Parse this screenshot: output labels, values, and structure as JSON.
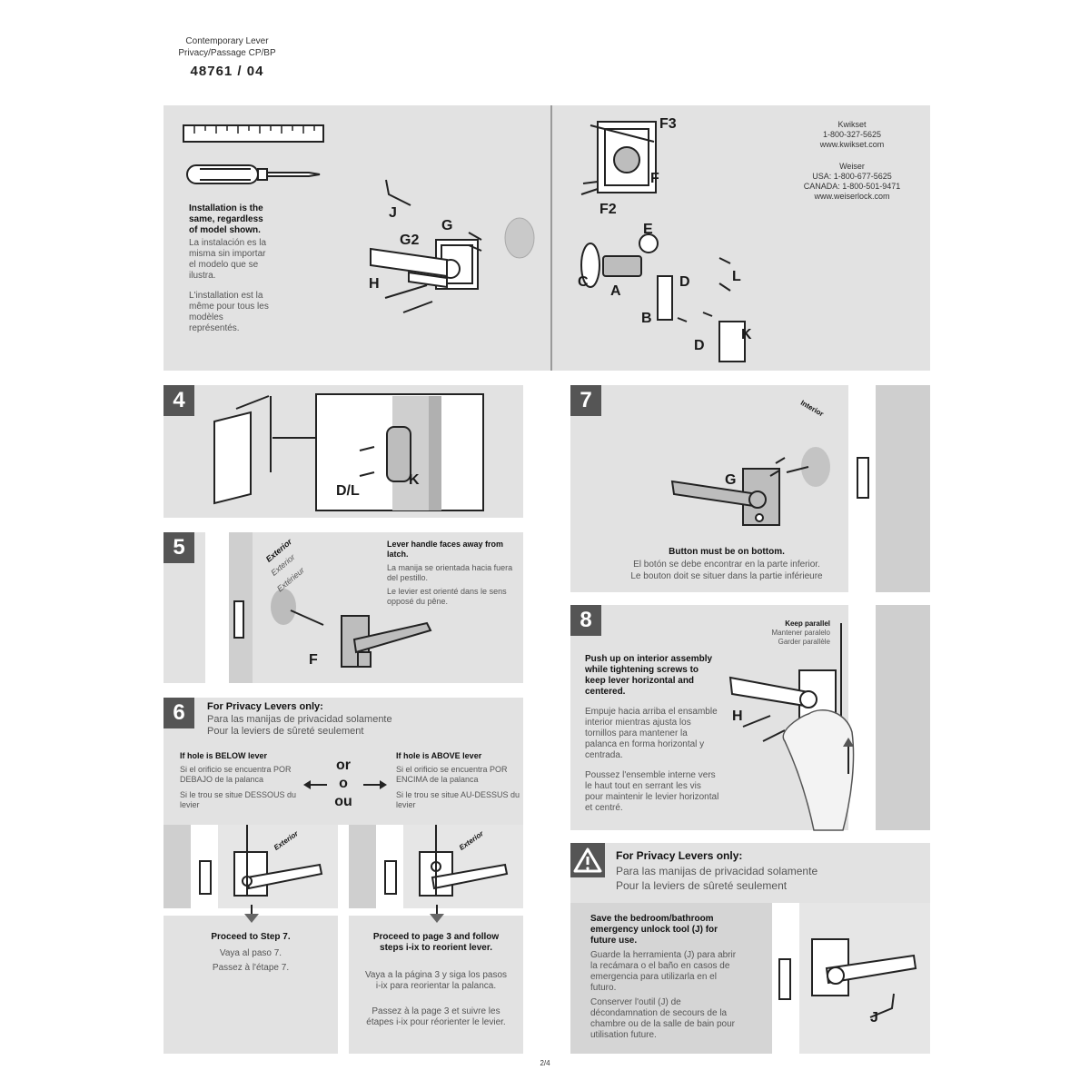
{
  "header": {
    "line1": "Contemporary Lever",
    "line2": "Privacy/Passage CP/BP",
    "model": "48761 / 04"
  },
  "parts_panel": {
    "note_en": "Installation is the same, regardless of model shown.",
    "note_es": "La instalación es la misma sin importar el modelo que se ilustra.",
    "note_fr": "L'installation est la même pour tous les modèles représentés.",
    "labels": {
      "J": "J",
      "G2": "G2",
      "G": "G",
      "H": "H",
      "F3": "F3",
      "F": "F",
      "F2": "F2",
      "E": "E",
      "C": "C",
      "A": "A",
      "D": "D",
      "B": "B",
      "L": "L",
      "D2": "D",
      "K": "K"
    },
    "contact_kwikset": "Kwikset\n1-800-327-5625\nwww.kwikset.com",
    "contact_weiser": "Weiser\nUSA: 1-800-677-5625\nCANADA: 1-800-501-9471\nwww.weiserlock.com"
  },
  "step4": {
    "num": "4",
    "label_dl": "D/L",
    "label_k": "K"
  },
  "step5": {
    "num": "5",
    "note_en": "Lever handle faces away from latch.",
    "note_es": "La manija se orientada hacia fuera del pestillo.",
    "note_fr": "Le levier est orienté dans le sens opposé du pêne.",
    "side_en": "Exterior",
    "side_es": "Exterior",
    "side_fr": "Extérieur",
    "label_f": "F"
  },
  "step6": {
    "num": "6",
    "title_en": "For Privacy Levers only:",
    "title_es": "Para las manijas de privacidad solamente",
    "title_fr": "Pour la leviers de sûreté seulement",
    "below_en": "If hole is BELOW lever",
    "below_es": "Si el orificio se encuentra POR DEBAJO de la palanca",
    "below_fr": "Si le trou se situe DESSOUS du levier",
    "above_en": "If hole is ABOVE lever",
    "above_es": "Si el orificio se encuentra POR ENCIMA de la palanca",
    "above_fr": "Si le trou se situe AU-DESSUS du levier",
    "or_en": "or",
    "or_es": "o",
    "or_fr": "ou",
    "side_left": "Exterior",
    "side_right": "Exterior",
    "left_result_en": "Proceed to Step 7.",
    "left_result_es": "Vaya al paso 7.",
    "left_result_fr": "Passez à l'étape 7.",
    "right_result_en": "Proceed to page 3 and follow steps i-ix to reorient lever.",
    "right_result_es": "Vaya a la página 3 y siga los pasos i-ix para reorientar la palanca.",
    "right_result_fr": "Passez à la page 3 et suivre les étapes i-ix pour réorienter le levier."
  },
  "step7": {
    "num": "7",
    "label_g": "G",
    "side_label": "Interior",
    "caption_en": "Button must be on bottom.",
    "caption_es": "El botón se debe encontrar en la parte inferior.",
    "caption_fr": "Le bouton doit se situer dans la partie inférieure"
  },
  "step8": {
    "num": "8",
    "keep_en": "Keep parallel",
    "keep_es": "Mantener paralelo",
    "keep_fr": "Garder parallèle",
    "instr_en": "Push up on interior assembly while tightening screws to keep lever horizontal and centered.",
    "instr_es": "Empuje hacia arriba el ensamble interior mientras ajusta los tornillos para mantener la palanca en forma horizontal y centrada.",
    "instr_fr": "Poussez l'ensemble interne vers le haut tout en serrant les vis pour maintenir le levier horizontal et centré.",
    "label_h": "H"
  },
  "warning": {
    "title_en": "For Privacy Levers only:",
    "title_es": "Para las manijas de privacidad solamente",
    "title_fr": "Pour la leviers de sûreté seulement",
    "save_en": "Save the bedroom/bathroom emergency unlock tool (J) for future use.",
    "save_es": "Guarde la herramienta (J) para abrir la recámara o el baño en casos de emergencia para utilizarla en el futuro.",
    "save_fr": "Conserver l'outil (J) de décondamnation de secours de la chambre ou de la salle de bain pour utilisation future.",
    "label_j": "J"
  },
  "footer": {
    "page": "2/4"
  }
}
